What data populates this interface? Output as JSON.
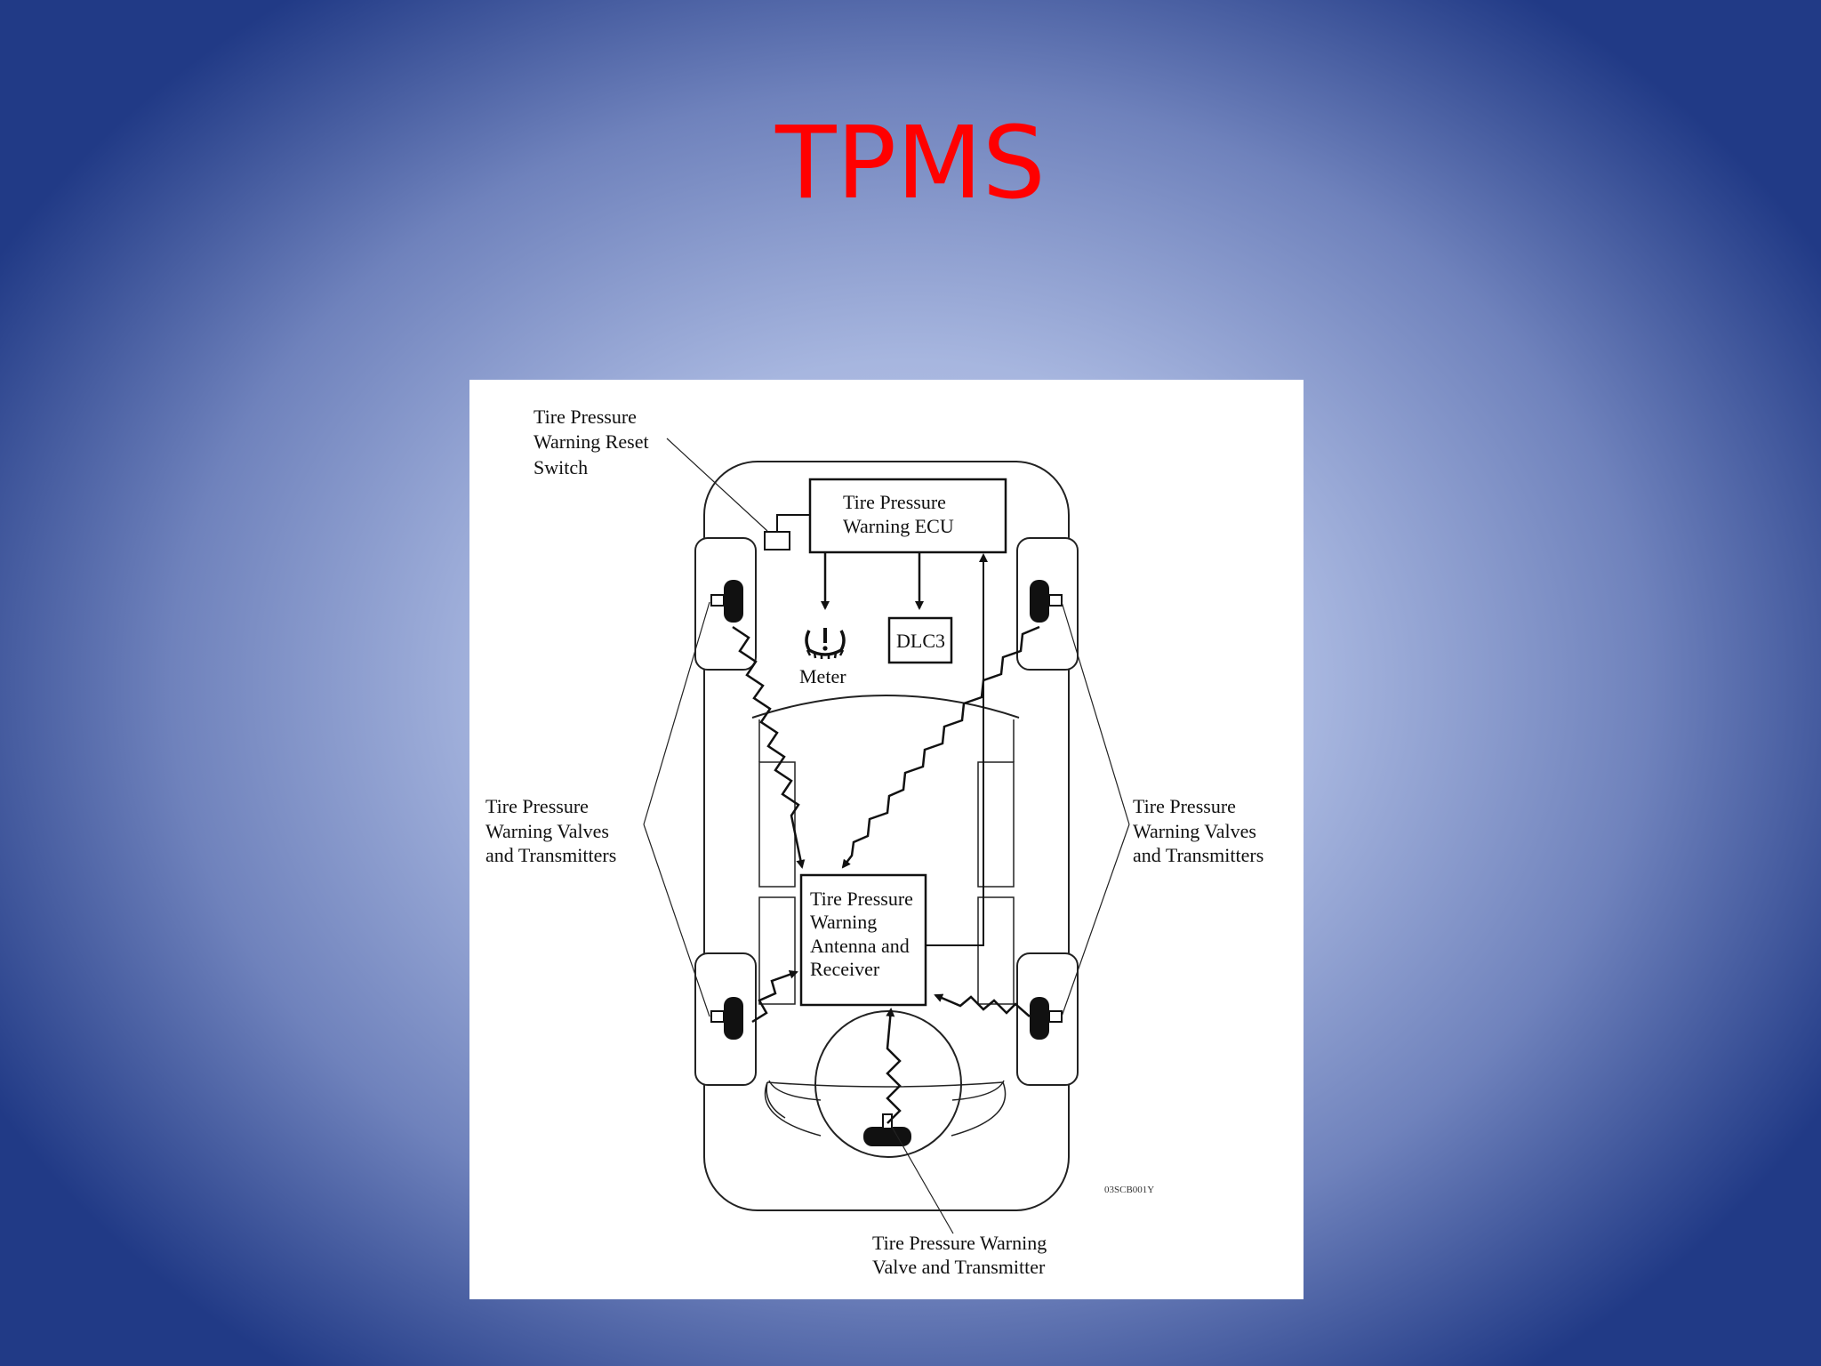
{
  "slide": {
    "title": "TPMS",
    "title_color": "#ff0000"
  },
  "diagram": {
    "reset_switch_label": [
      "Tire Pressure",
      "Warning Reset",
      "Switch"
    ],
    "ecu_label": [
      "Tire Pressure",
      "Warning ECU"
    ],
    "dlc_label": "DLC3",
    "meter_label": "Meter",
    "left_valves_label": [
      "Tire Pressure",
      "Warning Valves",
      "and Transmitters"
    ],
    "right_valves_label": [
      "Tire Pressure",
      "Warning Valves",
      "and Transmitters"
    ],
    "receiver_label": [
      "Tire Pressure",
      "Warning",
      "Antenna and",
      "Receiver"
    ],
    "spare_label": [
      "Tire Pressure Warning",
      "Valve and Transmitter"
    ],
    "figure_code": "03SCB001Y"
  }
}
